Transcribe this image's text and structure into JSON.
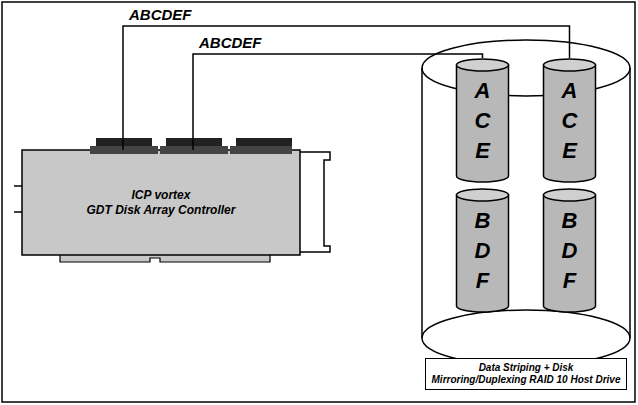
{
  "diagram": {
    "nodes": [
      {
        "text": [
          "ICP vortex",
          "GDT Disk Array Controller"
        ]
      },
      {
        "text": [
          "Data Striping + Disk Mirroring/Duplexing RAID 10 Host Drive"
        ]
      },
      {
        "text": [
          "A C E"
        ],
        "in": 1
      },
      {
        "text": [
          "A C E"
        ],
        "in": 1
      },
      {
        "text": [
          "B D F"
        ],
        "in": 1
      },
      {
        "text": [
          "B D F"
        ],
        "in": 1
      }
    ],
    "edges": [
      {
        "from": 0,
        "to": 3,
        "arrow": "none",
        "label": "ABCDEF"
      },
      {
        "from": 0,
        "to": 2,
        "arrow": "none",
        "label": "ABCDEF"
      }
    ]
  }
}
